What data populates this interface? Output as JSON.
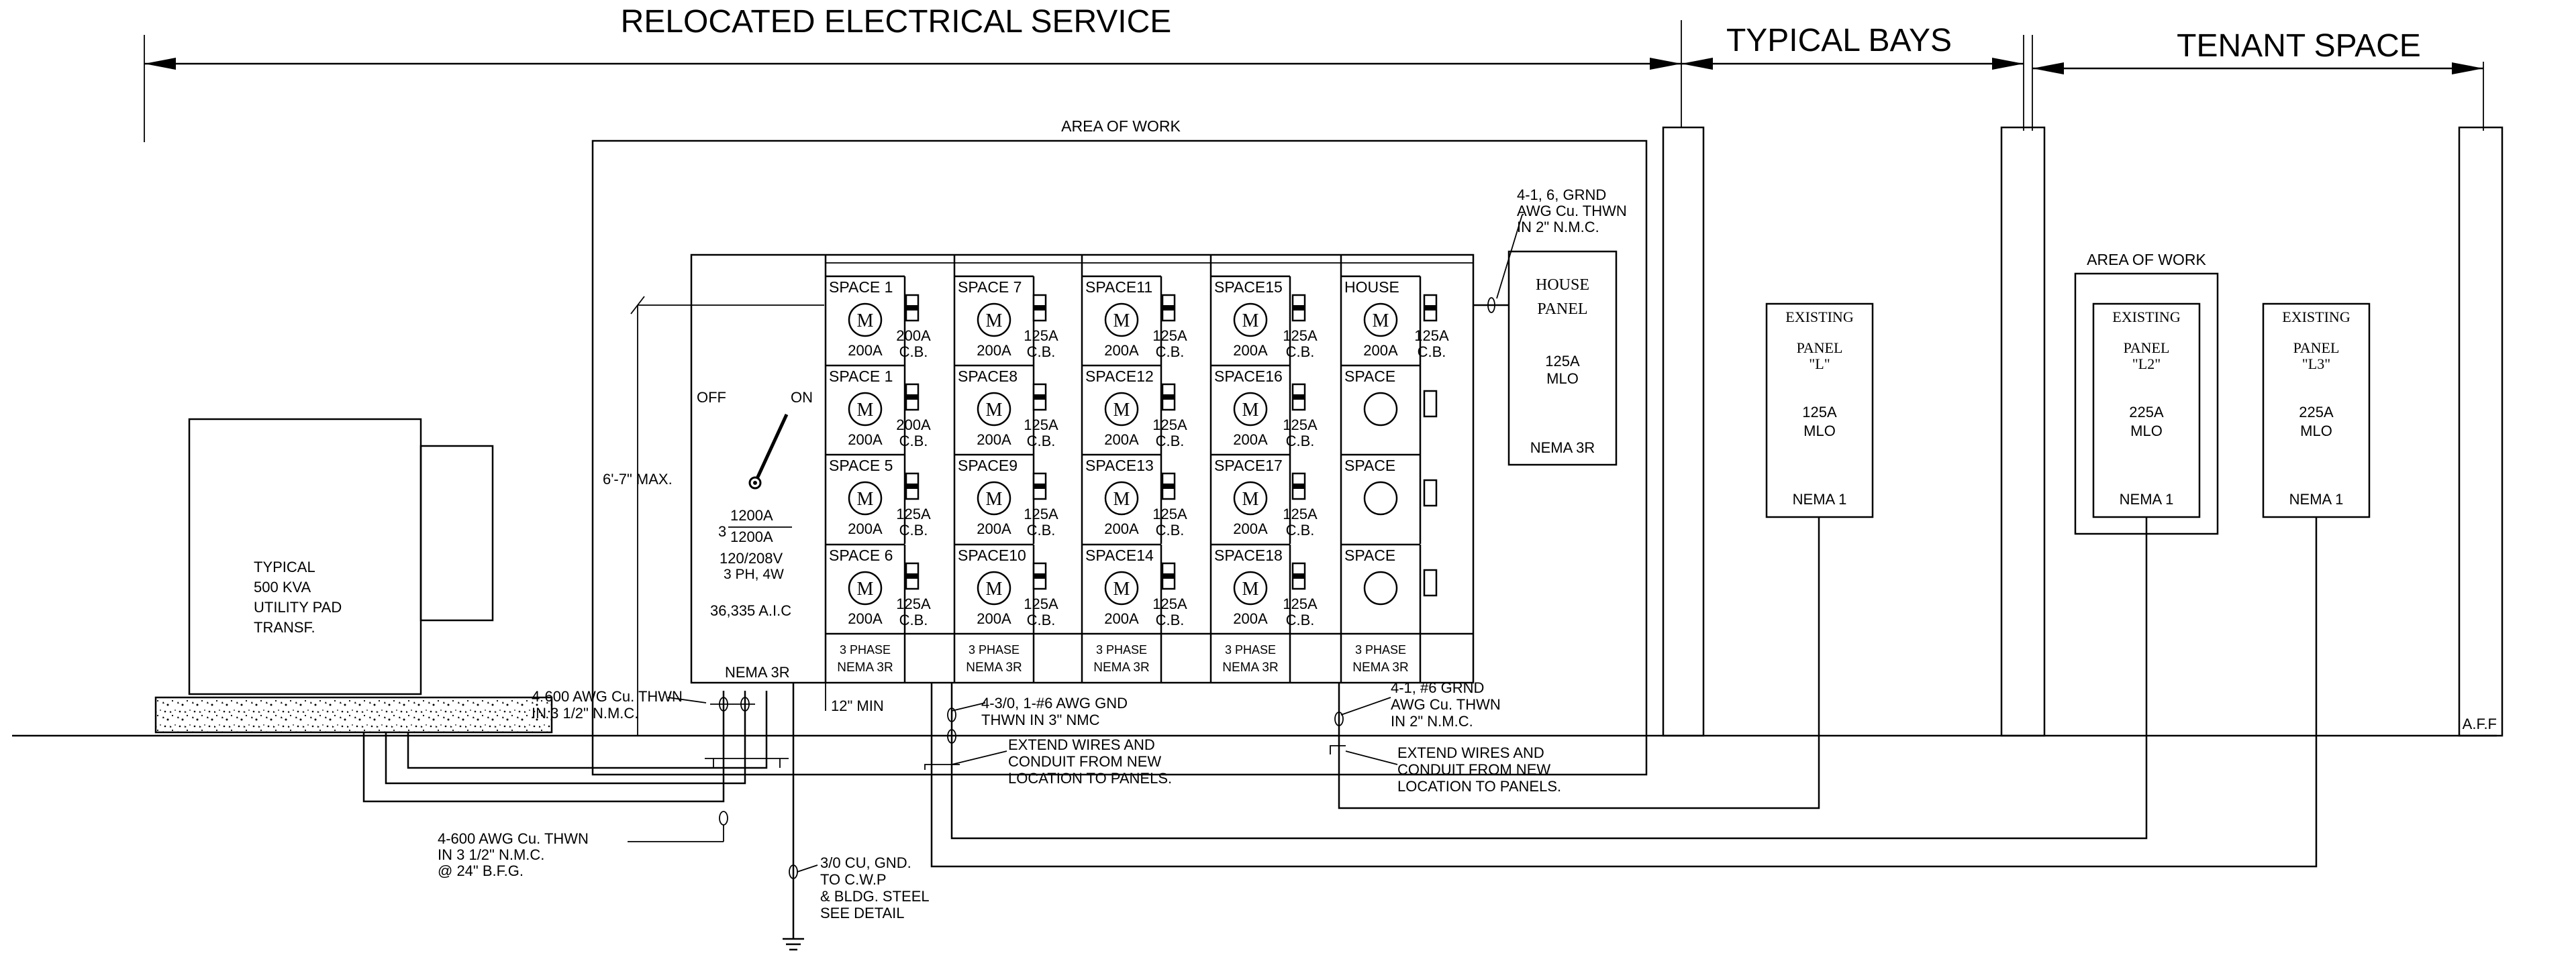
{
  "headers": {
    "relocated": "RELOCATED ELECTRICAL SERVICE",
    "typical": "TYPICAL BAYS",
    "tenant": "TENANT SPACE"
  },
  "area_of_work": "AREA OF WORK",
  "transformer": [
    "TYPICAL",
    "500 KVA",
    "UTILITY PAD",
    "TRANSF."
  ],
  "disconnect": {
    "off": "OFF",
    "on": "ON",
    "three": "3",
    "num": "1200A",
    "den": "1200A",
    "volts": "120/208V",
    "phase": "3 PH, 4W",
    "aic": "36,335 A.I.C",
    "nema": "NEMA 3R"
  },
  "max_height": "6'-7\" MAX.",
  "meters": [
    {
      "label": "SPACE 1",
      "amps": "200A"
    },
    {
      "label": "SPACE 1",
      "amps": "200A"
    },
    {
      "label": "SPACE 5",
      "amps": "200A"
    },
    {
      "label": "SPACE 6",
      "amps": "200A"
    },
    {
      "label": "SPACE 7",
      "amps": "200A"
    },
    {
      "label": "SPACE8",
      "amps": "200A"
    },
    {
      "label": "SPACE9",
      "amps": "200A"
    },
    {
      "label": "SPACE10",
      "amps": "200A"
    },
    {
      "label": "SPACE11",
      "amps": "200A"
    },
    {
      "label": "SPACE12",
      "amps": "200A"
    },
    {
      "label": "SPACE13",
      "amps": "200A"
    },
    {
      "label": "SPACE14",
      "amps": "200A"
    },
    {
      "label": "SPACE15",
      "amps": "200A"
    },
    {
      "label": "SPACE16",
      "amps": "200A"
    },
    {
      "label": "SPACE17",
      "amps": "200A"
    },
    {
      "label": "SPACE18",
      "amps": "200A"
    },
    {
      "label": "HOUSE",
      "amps": "200A"
    },
    {
      "label": "SPACE",
      "amps": ""
    },
    {
      "label": "SPACE",
      "amps": ""
    },
    {
      "label": "SPACE",
      "amps": ""
    }
  ],
  "meter_symbol": "M",
  "breakers": [
    {
      "amps": "200A",
      "cb": "C.B."
    },
    {
      "amps": "200A",
      "cb": "C.B."
    },
    {
      "amps": "125A",
      "cb": "C.B."
    },
    {
      "amps": "125A",
      "cb": "C.B."
    },
    {
      "amps": "125A",
      "cb": "C.B."
    },
    {
      "amps": "125A",
      "cb": "C.B."
    },
    {
      "amps": "125A",
      "cb": "C.B."
    },
    {
      "amps": "125A",
      "cb": "C.B."
    },
    {
      "amps": "125A",
      "cb": "C.B."
    },
    {
      "amps": "125A",
      "cb": "C.B."
    },
    {
      "amps": "125A",
      "cb": "C.B."
    },
    {
      "amps": "125A",
      "cb": "C.B."
    },
    {
      "amps": "125A",
      "cb": "C.B."
    },
    {
      "amps": "125A",
      "cb": "C.B."
    },
    {
      "amps": "125A",
      "cb": "C.B."
    },
    {
      "amps": "125A",
      "cb": "C.B."
    },
    {
      "amps": "125A",
      "cb": "C.B."
    }
  ],
  "column_footers": [
    [
      "3 PHASE",
      "NEMA 3R"
    ],
    [
      "3 PHASE",
      "NEMA 3R"
    ],
    [
      "3 PHASE",
      "NEMA 3R"
    ],
    [
      "3 PHASE",
      "NEMA 3R"
    ],
    [
      "3 PHASE",
      "NEMA 3R"
    ]
  ],
  "house_panel": {
    "name": [
      "HOUSE",
      "PANEL"
    ],
    "rating": "125A",
    "type": "MLO",
    "nema": "NEMA 3R"
  },
  "panels": [
    {
      "name": [
        "EXISTING",
        "PANEL",
        "\"L\""
      ],
      "rating": "125A",
      "type": "MLO",
      "nema": "NEMA 1"
    },
    {
      "name": [
        "EXISTING",
        "PANEL",
        "\"L2\""
      ],
      "rating": "225A",
      "type": "MLO",
      "nema": "NEMA 1"
    },
    {
      "name": [
        "EXISTING",
        "PANEL",
        "\"L3\""
      ],
      "rating": "225A",
      "type": "MLO",
      "nema": "NEMA 1"
    }
  ],
  "notes": {
    "house_feed": [
      "4-1, 6, GRND",
      "AWG Cu. THWN",
      "IN 2\" N.M.C."
    ],
    "service": [
      "4-600 AWG Cu. THWN",
      "IN 3 1/2\" N.M.C."
    ],
    "feeder_a": [
      "4-3/0, 1-#6 AWG GND",
      "THWN IN 3\" NMC"
    ],
    "feeder_b": [
      "4-1, #6 GRND",
      "AWG Cu. THWN",
      "IN 2\" N.M.C."
    ],
    "extend_a": [
      "EXTEND WIRES AND",
      "CONDUIT FROM NEW",
      "LOCATION TO PANELS."
    ],
    "extend_b": [
      "EXTEND WIRES AND",
      "CONDUIT FROM NEW",
      "LOCATION TO PANELS."
    ],
    "underground": [
      "4-600 AWG Cu. THWN",
      "IN 3 1/2\" N.M.C.",
      "@ 24\" B.F.G."
    ],
    "ground": [
      "3/0 CU, GND.",
      "TO C.W.P",
      "& BLDG. STEEL",
      "SEE DETAIL"
    ],
    "min": "12\" MIN",
    "aff": "A.F.F"
  }
}
